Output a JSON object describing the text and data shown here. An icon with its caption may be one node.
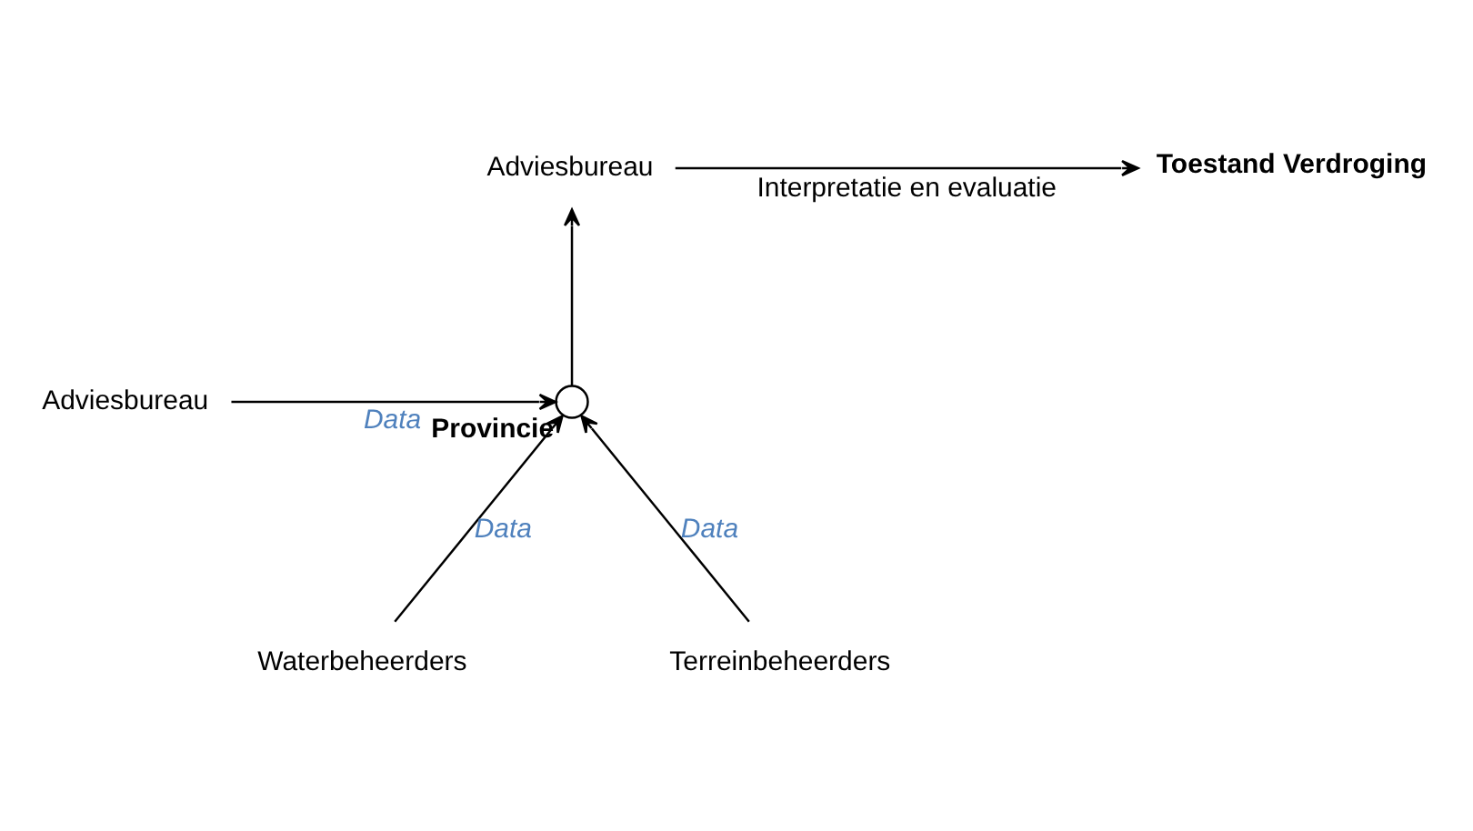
{
  "diagram": {
    "nodes": [
      {
        "text": [
          "Adviesbureau"
        ]
      },
      {
        "text": [
          "Toestand Verdroging"
        ]
      },
      {
        "text": [
          "Adviesbureau"
        ]
      },
      {
        "text": [],
        "shape": "circle",
        "beside": [
          "Provincie"
        ]
      },
      {
        "text": [
          "Waterbeheerders"
        ]
      },
      {
        "text": [
          "Terreinbeheerders"
        ]
      }
    ],
    "edges": [
      {
        "from": 0,
        "to": 1,
        "arrow": "to",
        "label": "Interpretatie en evaluatie"
      },
      {
        "from": 3,
        "to": 0,
        "arrow": "to"
      },
      {
        "from": 2,
        "to": 3,
        "arrow": "to",
        "label": "Data"
      },
      {
        "from": 4,
        "to": 3,
        "arrow": "to",
        "label": "Data"
      },
      {
        "from": 5,
        "to": 3,
        "arrow": "to",
        "label": "Data"
      }
    ]
  }
}
